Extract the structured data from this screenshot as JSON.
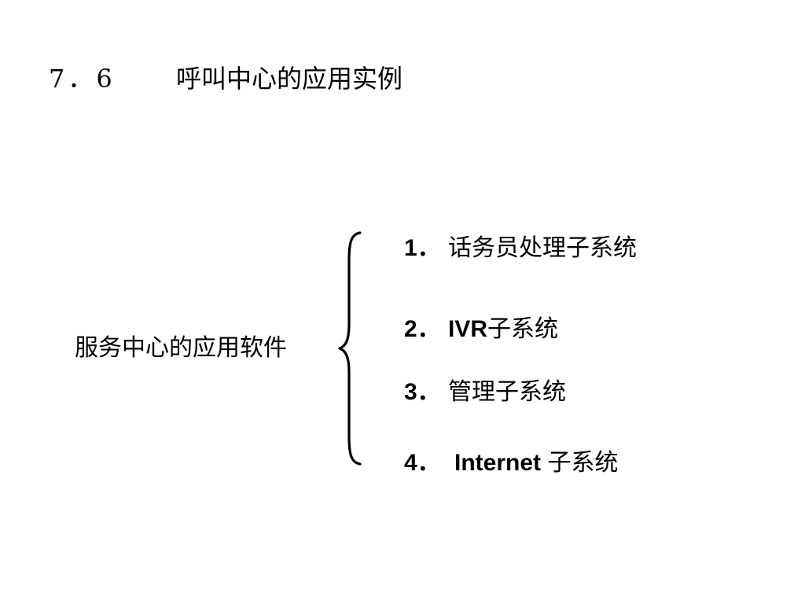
{
  "title": {
    "number": "7．6",
    "text": "呼叫中心的应用实例"
  },
  "root": {
    "label": "服务中心的应用软件"
  },
  "items": [
    {
      "index": "1．",
      "latin": "",
      "text": "话务员处理子系统"
    },
    {
      "index": "2．",
      "latin": "IVR",
      "text": "子系统"
    },
    {
      "index": "3．",
      "latin": "",
      "text": "管理子系统"
    },
    {
      "index": "4．",
      "latin": "Internet ",
      "text": "子系统"
    }
  ]
}
